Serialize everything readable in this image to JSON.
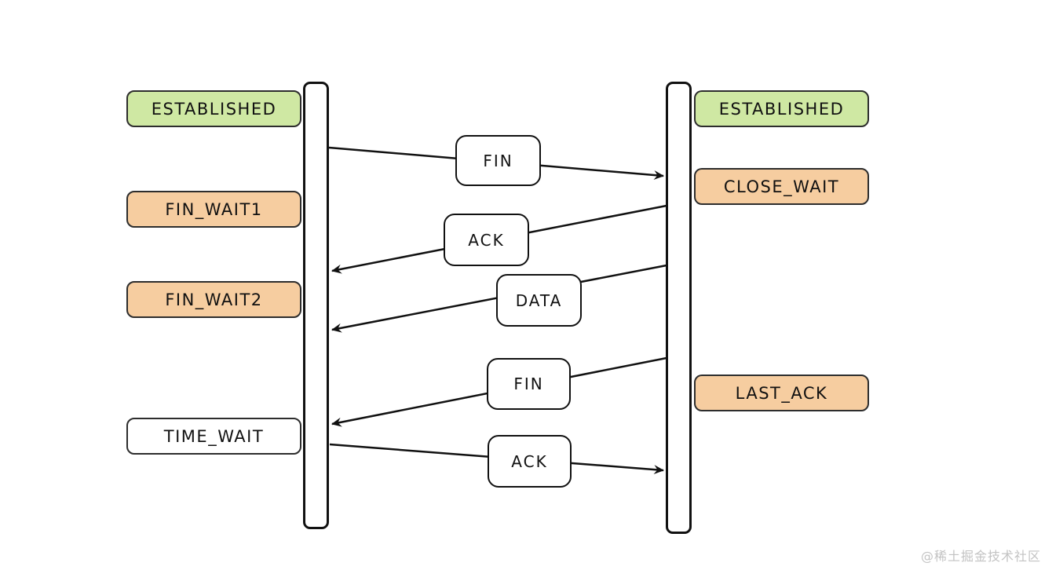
{
  "diagram": {
    "title_hint": "TCP connection four-way close sequence",
    "left_states": [
      {
        "label": "ESTABLISHED",
        "variant": "green"
      },
      {
        "label": "FIN_WAIT1",
        "variant": "orange"
      },
      {
        "label": "FIN_WAIT2",
        "variant": "orange"
      },
      {
        "label": "TIME_WAIT",
        "variant": "white"
      }
    ],
    "right_states": [
      {
        "label": "ESTABLISHED",
        "variant": "green"
      },
      {
        "label": "CLOSE_WAIT",
        "variant": "orange"
      },
      {
        "label": "LAST_ACK",
        "variant": "orange"
      }
    ],
    "messages": [
      {
        "label": "FIN",
        "direction": "left-to-right"
      },
      {
        "label": "ACK",
        "direction": "right-to-left"
      },
      {
        "label": "DATA",
        "direction": "right-to-left"
      },
      {
        "label": "FIN",
        "direction": "right-to-left"
      },
      {
        "label": "ACK",
        "direction": "left-to-right"
      }
    ],
    "colors": {
      "state_green": "#cfe8a3",
      "state_orange": "#f6cda0",
      "stroke": "#111111",
      "watermark_gray": "#c3c3c3"
    }
  },
  "watermark": "@稀土掘金技术社区"
}
